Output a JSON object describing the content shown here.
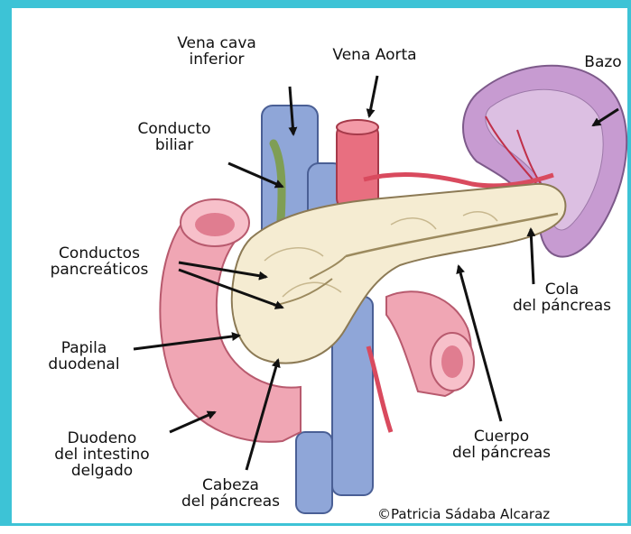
{
  "labels": {
    "vena_cava": [
      "Vena cava",
      "inferior"
    ],
    "vena_aorta": "Vena Aorta",
    "bazo": "Bazo",
    "conducto_biliar": [
      "Conducto",
      "biliar"
    ],
    "conductos_pancreaticos": [
      "Conductos",
      "pancreáticos"
    ],
    "papila": [
      "Papila",
      "duodenal"
    ],
    "duodeno": [
      "Duodeno",
      "del intestino",
      "delgado"
    ],
    "cabeza": [
      "Cabeza",
      "del páncreas"
    ],
    "cuerpo": [
      "Cuerpo",
      "del páncreas"
    ],
    "cola": [
      "Cola",
      "del páncreas"
    ]
  },
  "credit": "©Patricia Sádaba Alcaraz",
  "colors": {
    "frame": "#3dc3d6",
    "spleen": "#c79bd1",
    "pancreas": "#f5ecd2",
    "duodenum": "#f0a6b4",
    "vein": "#8fa6d8",
    "artery": "#e86f80"
  }
}
